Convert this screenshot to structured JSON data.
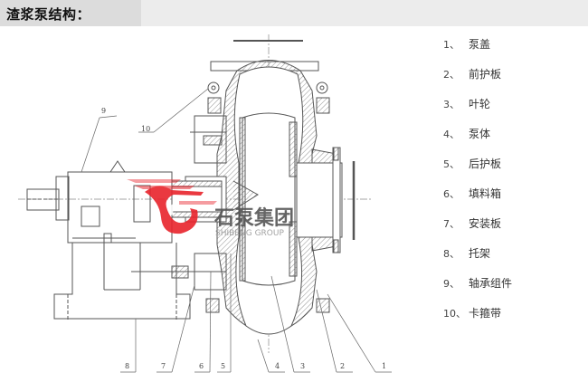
{
  "header": {
    "title": "渣浆泵结构："
  },
  "legend": [
    {
      "num": "1、",
      "label": "泵盖"
    },
    {
      "num": "2、",
      "label": "前护板"
    },
    {
      "num": "3、",
      "label": "叶轮"
    },
    {
      "num": "4、",
      "label": "泵体"
    },
    {
      "num": "5、",
      "label": "后护板"
    },
    {
      "num": "6、",
      "label": "填料箱"
    },
    {
      "num": "7、",
      "label": "安装板"
    },
    {
      "num": "8、",
      "label": "托架"
    },
    {
      "num": "9、",
      "label": "轴承组件"
    },
    {
      "num": "10、",
      "label": "卡箍带"
    }
  ],
  "callouts": [
    "1",
    "2",
    "3",
    "4",
    "5",
    "6",
    "7",
    "8",
    "9",
    "10"
  ],
  "watermark": {
    "name_cn": "石泵集团",
    "name_en": "SHIBENG GROUP",
    "color": "#e8242c"
  }
}
